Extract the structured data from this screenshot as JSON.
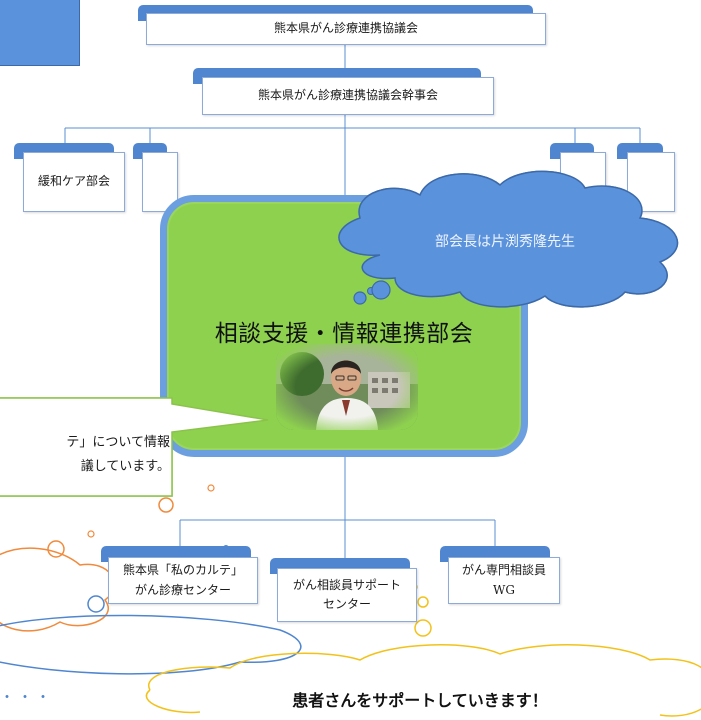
{
  "council": {
    "title": "熊本県がん診療連携協議会"
  },
  "executive": {
    "title": "熊本県がん診療連携協議会幹事会"
  },
  "subcommittees": {
    "palliative": "緩和ケア部会"
  },
  "main": {
    "title": "相談支援・情報連携部会",
    "chair_note": "部会長は片渕秀隆先生"
  },
  "callout": {
    "line1": "テ」について情報",
    "line2": "議しています。"
  },
  "children": [
    {
      "line1": "熊本県「私のカルテ」",
      "line2": "がん診療センター"
    },
    {
      "line1": "がん相談員サポート",
      "line2": "センター"
    },
    {
      "line1": "がん専門相談員",
      "line2": "WG"
    }
  ],
  "footer": {
    "dots": "・・・",
    "message": "患者さんをサポートしていきます！"
  },
  "colors": {
    "accent_blue": "#4f86cf",
    "green": "#8ed14f",
    "orange": "#f08a3c",
    "yellow": "#f2c21b"
  },
  "icons": {
    "photo": "person-photo"
  }
}
